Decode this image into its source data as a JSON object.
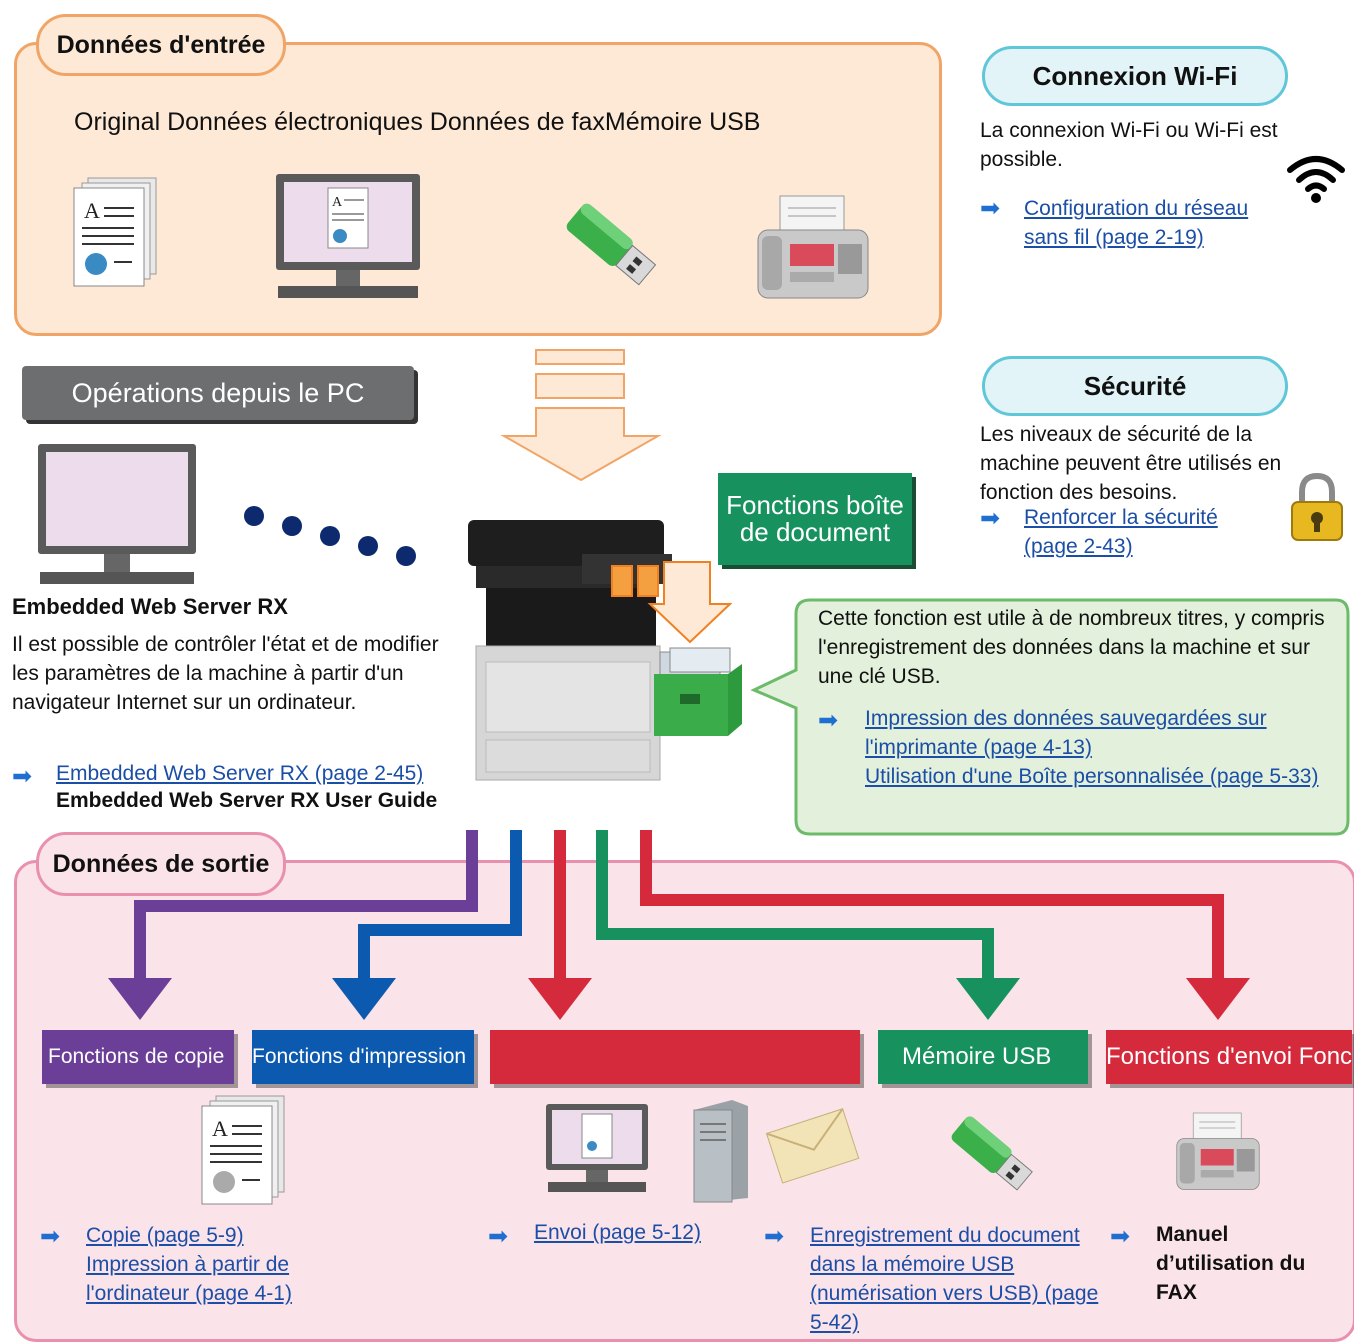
{
  "input": {
    "title": "Données d'entrée",
    "labels": "Original Données électroniques Données de faxMémoire USB"
  },
  "pc": {
    "banner": "Opérations depuis le PC",
    "ews_title": "Embedded Web Server RX",
    "ews_desc": "Il est possible de contrôler l'état et de modifier les paramètres de la machine à partir d'un navigateur Internet sur un ordinateur.",
    "ews_link": "Embedded Web Server RX (page 2-45)",
    "ews_guide": "Embedded Web Server RX User Guide"
  },
  "wifi": {
    "title": "Connexion Wi-Fi",
    "text": "La connexion Wi-Fi ou Wi-Fi est possible.",
    "link": "Configuration du réseau sans fil (page 2-19)"
  },
  "security": {
    "title": "Sécurité",
    "text": "Les niveaux de sécurité de la machine peuvent être utilisés en fonction des besoins.",
    "link": "Renforcer la sécurité (page 2-43)"
  },
  "box": {
    "label": "Fonctions boîte de document",
    "text": "Cette fonction est utile à de nombreux titres, y compris l'enregistrement des données dans la machine et sur une clé USB.",
    "link1": "Impression des données sauvegardées sur l'imprimante (page 4-13)",
    "link2": "Utilisation d'une Boîte personnalisée (page 5-33)"
  },
  "output": {
    "title": "Données de sortie",
    "copy_label": "Fonctions de copie",
    "print_label": "Fonctions d'impression",
    "send_label": "",
    "usb_label": "Mémoire USB",
    "fax_label": "Fonctions d'envoi Fonctions",
    "link_copy": "Copie (page 5-9)",
    "link_print": "Impression à partir de l'ordinateur (page 4-1)",
    "link_send": "Envoi (page 5-12)",
    "link_usb": "Enregistrement du document dans la mémoire USB (numérisation vers USB) (page 5-42)",
    "fax_manual": "Manuel d’utilisation du FAX"
  },
  "colors": {
    "input_bg": "#fde9d6",
    "input_border": "#f0a566",
    "output_bg": "#fbe3ea",
    "output_border": "#e890ae",
    "copy": "#6b3f98",
    "print": "#0c5ab0",
    "send": "#d42a3c",
    "usb": "#17925e",
    "fax": "#d42a3c",
    "link": "#1b4ea6",
    "callout_bg": "#e3f1dc",
    "callout_border": "#6cbb6a"
  },
  "icons": [
    "document-icon",
    "monitor-icon",
    "usb-stick-icon",
    "fax-machine-icon",
    "wifi-icon",
    "padlock-icon",
    "mfp-printer-icon",
    "file-box-icon",
    "server-icon",
    "envelope-icon"
  ]
}
